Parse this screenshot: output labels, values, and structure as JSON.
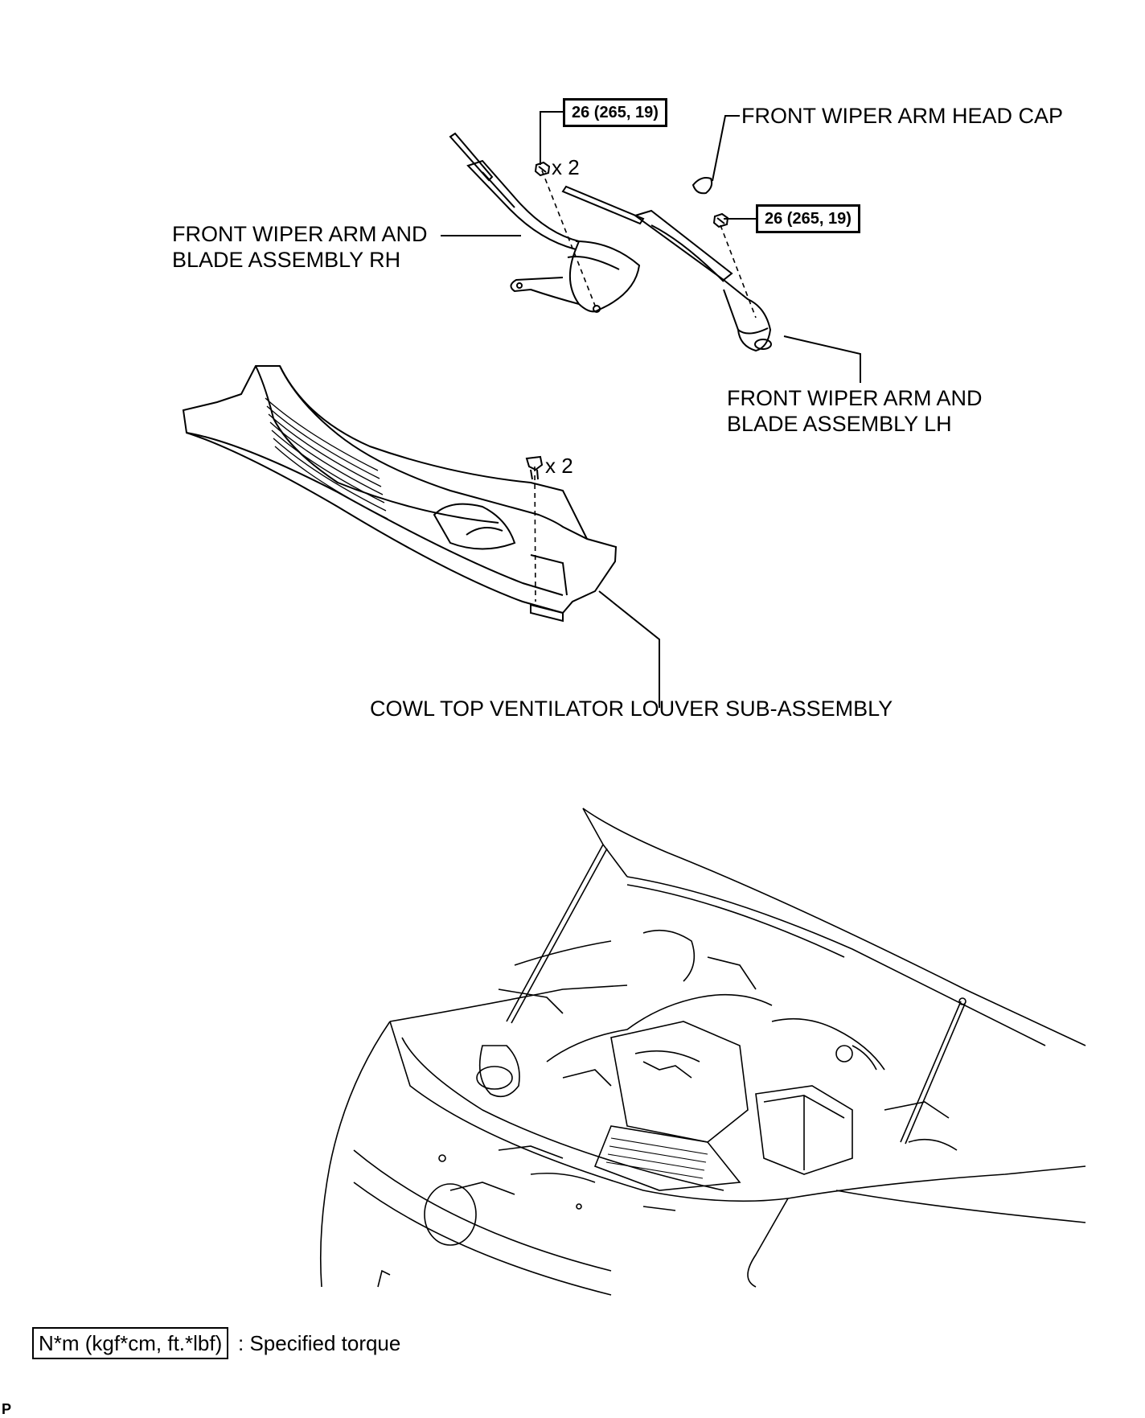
{
  "torque_upper": "26 (265, 19)",
  "torque_lower": "26 (265, 19)",
  "qty_nuts": "x 2",
  "qty_clips": "x 2",
  "labels": {
    "head_cap": "FRONT WIPER ARM HEAD CAP",
    "rh_line1": "FRONT WIPER ARM AND",
    "rh_line2": "BLADE ASSEMBLY RH",
    "lh_line1": "FRONT WIPER ARM AND",
    "lh_line2": "BLADE ASSEMBLY LH",
    "cowl": "COWL TOP VENTILATOR LOUVER SUB-ASSEMBLY"
  },
  "legend": {
    "unit": "N*m (kgf*cm, ft.*lbf)",
    "desc": ": Specified torque"
  },
  "corner_code": "P"
}
